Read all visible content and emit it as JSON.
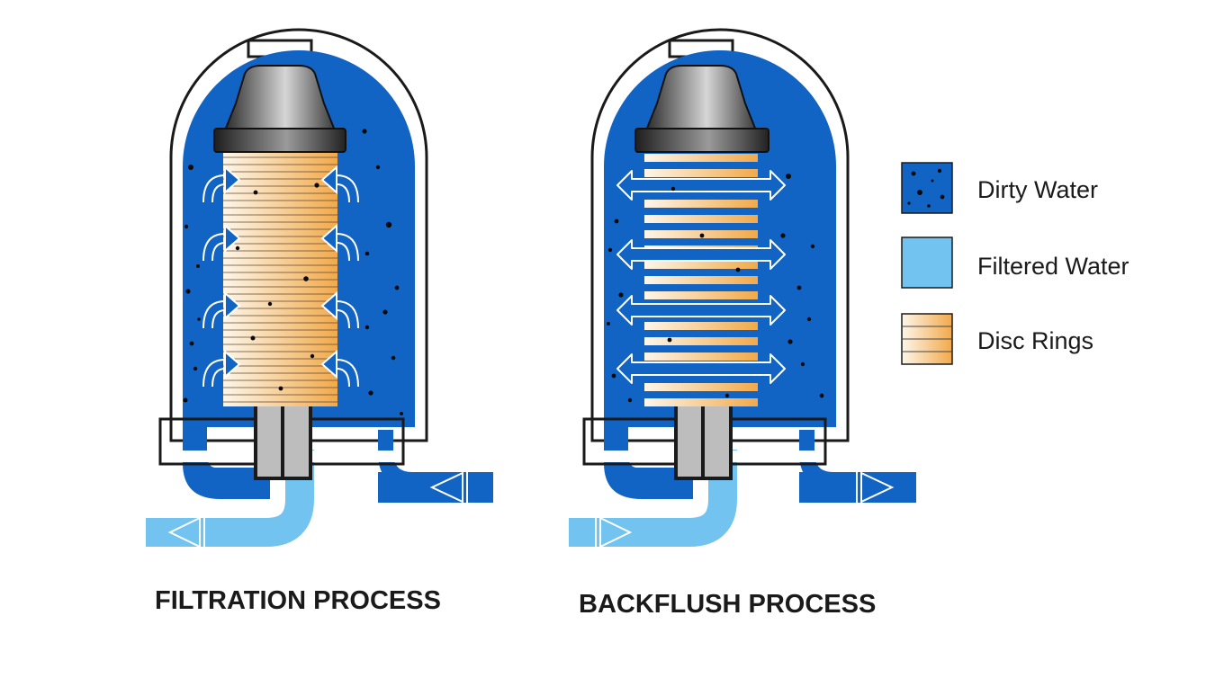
{
  "diagrams": [
    {
      "caption": "FILTRATION PROCESS",
      "mode": "filtration"
    },
    {
      "caption": "BACKFLUSH PROCESS",
      "mode": "backflush"
    }
  ],
  "legend": [
    {
      "label": "Dirty Water",
      "swatch": "dirty"
    },
    {
      "label": "Filtered Water",
      "swatch": "filtered"
    },
    {
      "label": "Disc Rings",
      "swatch": "discs"
    }
  ],
  "colors": {
    "dirty_water": "#1164c4",
    "filtered_water": "#72c3ef",
    "disc_light": "#fdf4e6",
    "disc_dark": "#f2a94a",
    "cap_dark": "#2a2a2a",
    "cap_light": "#cfcfcf",
    "outline": "#1a1a1a"
  }
}
